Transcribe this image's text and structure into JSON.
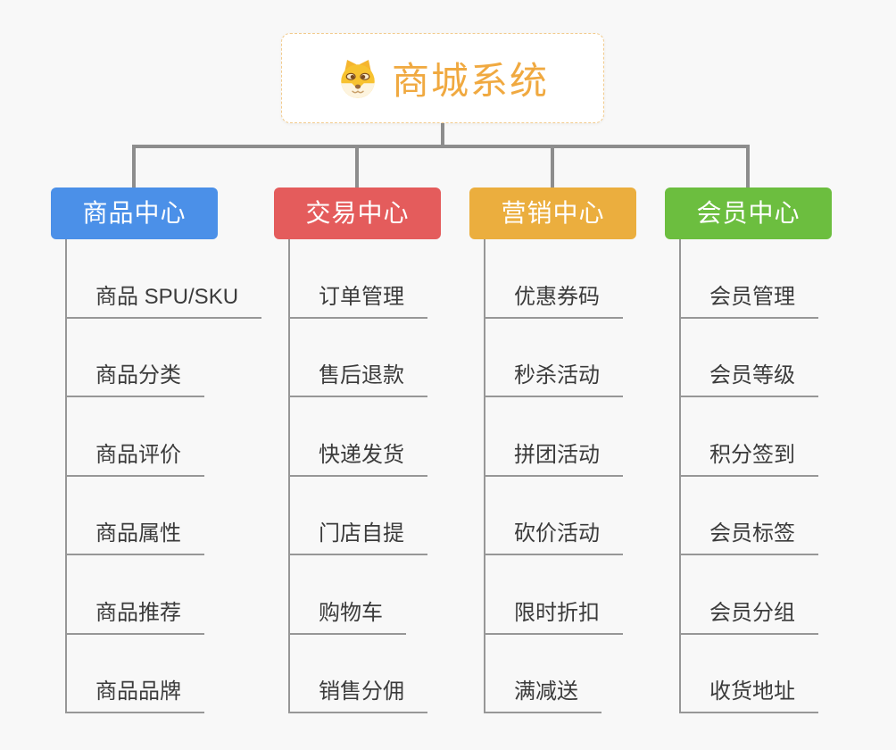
{
  "page": {
    "background": "#f8f8f8",
    "connector_color": "#8d8d8d",
    "leaf_line_color": "#979797"
  },
  "root": {
    "title": "商城系统",
    "title_color": "#f0a940",
    "border_color": "#f2cb8d",
    "icon": "dog-face-icon"
  },
  "branches": [
    {
      "id": "product-center",
      "label": "商品中心",
      "color": "#4b90e8",
      "children": [
        "商品 SPU/SKU",
        "商品分类",
        "商品评价",
        "商品属性",
        "商品推荐",
        "商品品牌"
      ]
    },
    {
      "id": "trade-center",
      "label": "交易中心",
      "color": "#e45c5c",
      "children": [
        "订单管理",
        "售后退款",
        "快递发货",
        "门店自提",
        "购物车",
        "销售分佣"
      ]
    },
    {
      "id": "marketing-center",
      "label": "营销中心",
      "color": "#ebae3e",
      "children": [
        "优惠券码",
        "秒杀活动",
        "拼团活动",
        "砍价活动",
        "限时折扣",
        "满减送"
      ]
    },
    {
      "id": "member-center",
      "label": "会员中心",
      "color": "#6cbe3f",
      "children": [
        "会员管理",
        "会员等级",
        "积分签到",
        "会员标签",
        "会员分组",
        "收货地址"
      ]
    }
  ]
}
